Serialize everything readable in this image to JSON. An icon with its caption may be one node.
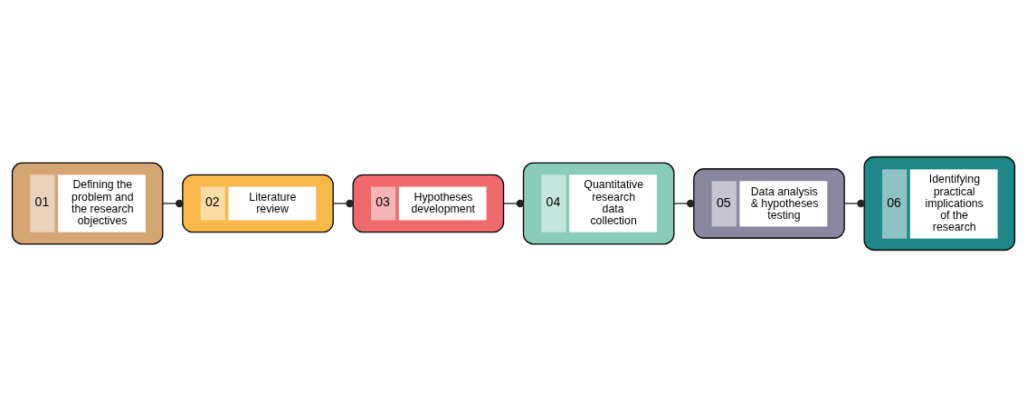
{
  "diagram": {
    "nodes": [
      {
        "text": [
          "01",
          "Defining the problem and the research objectives"
        ]
      },
      {
        "text": [
          "02",
          "Literature review"
        ]
      },
      {
        "text": [
          "03",
          "Hypotheses development"
        ]
      },
      {
        "text": [
          "04",
          "Quantitative research",
          "data collection"
        ]
      },
      {
        "text": [
          "05",
          "Data analysis & hypotheses testing"
        ]
      },
      {
        "text": [
          "06",
          "Identifying practical implications of the research"
        ]
      }
    ],
    "edges": [
      {
        "from": 0,
        "to": 1,
        "arrow": "other"
      },
      {
        "from": 1,
        "to": 2,
        "arrow": "other"
      },
      {
        "from": 2,
        "to": 3,
        "arrow": "other"
      },
      {
        "from": 3,
        "to": 4,
        "arrow": "other"
      },
      {
        "from": 4,
        "to": 5,
        "arrow": "other"
      }
    ]
  }
}
